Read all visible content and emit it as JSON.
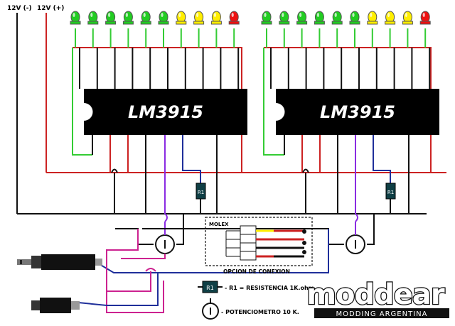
{
  "rails": {
    "negative": "12V (-)",
    "positive": "12V (+)"
  },
  "chips": [
    {
      "label": "LM3915"
    },
    {
      "label": "LM3915"
    }
  ],
  "led_colors": {
    "green": "#22cc22",
    "yellow": "#ffee00",
    "red": "#ee1111"
  },
  "led_sequence": [
    "green",
    "green",
    "green",
    "green",
    "green",
    "green",
    "yellow",
    "yellow",
    "yellow",
    "red"
  ],
  "wire_colors": {
    "ground": "#111111",
    "positive": "#cc2222",
    "led": "#33cc33",
    "ref": "#1f2f9a",
    "signal": "#8a2be2",
    "audio": "#cc2290"
  },
  "molex": {
    "title": "MOLEX",
    "caption": "OPCION DE CONEXION"
  },
  "legend": {
    "resistor_symbol": "R1",
    "resistor_text": "- R1 = RESISTENCIA 1K.ohm.",
    "pot_text": "- POTENCIOMETRO 10 K."
  },
  "brand": {
    "logo": "moddear",
    "tagline": "MODDING ARGENTINA"
  }
}
